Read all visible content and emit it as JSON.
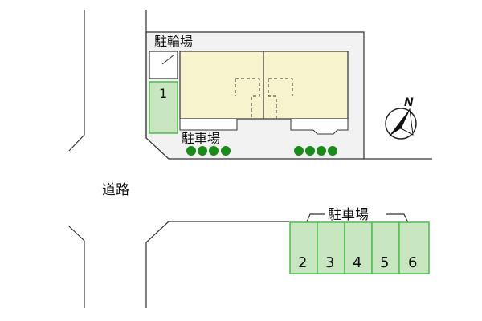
{
  "labels": {
    "bicycle_parking": "駐輪場",
    "parking_lot_top": "駐車場",
    "road": "道路",
    "parking_lot_bottom": "駐車場",
    "north": "N"
  },
  "spaces": {
    "space_1": "1",
    "space_2": "2",
    "space_3": "3",
    "space_4": "4",
    "space_5": "5",
    "space_6": "6"
  },
  "colors": {
    "building": "#f7f3cc",
    "parking": "#c8e6c0",
    "parking_stroke": "#4dbb4d",
    "lot": "#f2f2f2",
    "shrub": "#1a8a1a"
  }
}
